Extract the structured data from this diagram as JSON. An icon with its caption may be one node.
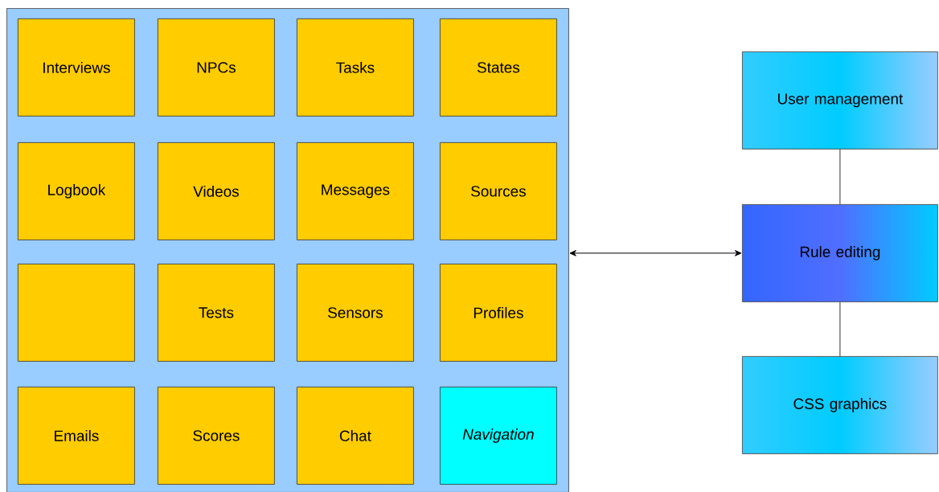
{
  "diagram": {
    "nodes": [
      {
        "text": [],
        "shape": "box"
      },
      {
        "text": [
          "Interviews"
        ],
        "in": 0
      },
      {
        "text": [
          "NPCs"
        ],
        "in": 0
      },
      {
        "text": [
          "Tasks"
        ],
        "in": 0
      },
      {
        "text": [
          "States"
        ],
        "in": 0
      },
      {
        "text": [
          "Logbook"
        ],
        "in": 0
      },
      {
        "text": [
          "Videos"
        ],
        "in": 0
      },
      {
        "text": [
          "Messages"
        ],
        "in": 0
      },
      {
        "text": [
          "Sources"
        ],
        "in": 0
      },
      {
        "text": [],
        "shape": "box",
        "in": 0
      },
      {
        "text": [
          "Tests"
        ],
        "in": 0
      },
      {
        "text": [
          "Sensors"
        ],
        "in": 0
      },
      {
        "text": [
          "Profiles"
        ],
        "in": 0
      },
      {
        "text": [
          "Emails"
        ],
        "in": 0
      },
      {
        "text": [
          "Scores"
        ],
        "in": 0
      },
      {
        "text": [
          "Chat"
        ],
        "in": 0
      },
      {
        "text": [
          "Navigation"
        ],
        "in": 0
      },
      {
        "text": [
          "User management"
        ]
      },
      {
        "text": [
          "Rule editing"
        ]
      },
      {
        "text": [
          "CSS graphics"
        ]
      }
    ],
    "edges": [
      {
        "from": 0,
        "to": 18,
        "arrow": "both"
      },
      {
        "from": 17,
        "to": 18,
        "arrow": "none"
      },
      {
        "from": 18,
        "to": 19,
        "arrow": "none"
      }
    ]
  }
}
